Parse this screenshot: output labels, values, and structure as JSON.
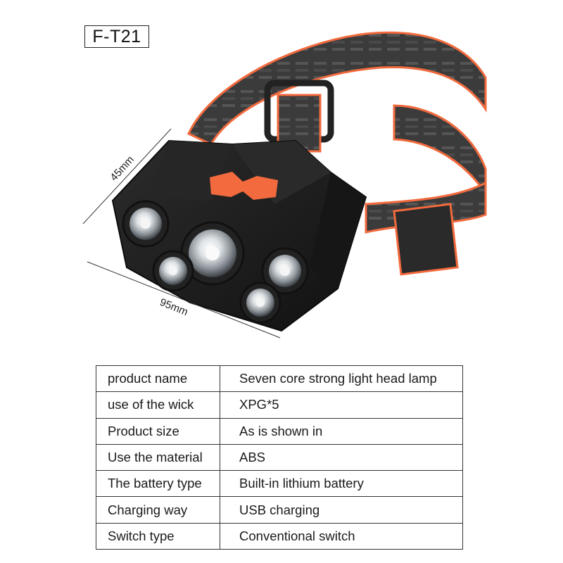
{
  "model": "F-T21",
  "dimensions": {
    "height_label": "45mm",
    "width_label": "95mm"
  },
  "colors": {
    "accent": "#f26a3d",
    "body": "#1b1b1b",
    "strap": "#3a3a3a"
  },
  "spec_table": {
    "rows": [
      {
        "label": "product name",
        "value": "Seven core strong light head lamp"
      },
      {
        "label": "use of the wick",
        "value": "XPG*5"
      },
      {
        "label": "Product size",
        "value": "As is shown in"
      },
      {
        "label": "Use the material",
        "value": "ABS"
      },
      {
        "label": "The battery type",
        "value": "Built-in lithium battery"
      },
      {
        "label": "Charging way",
        "value": "USB charging"
      },
      {
        "label": "Switch type",
        "value": "Conventional switch"
      }
    ]
  }
}
